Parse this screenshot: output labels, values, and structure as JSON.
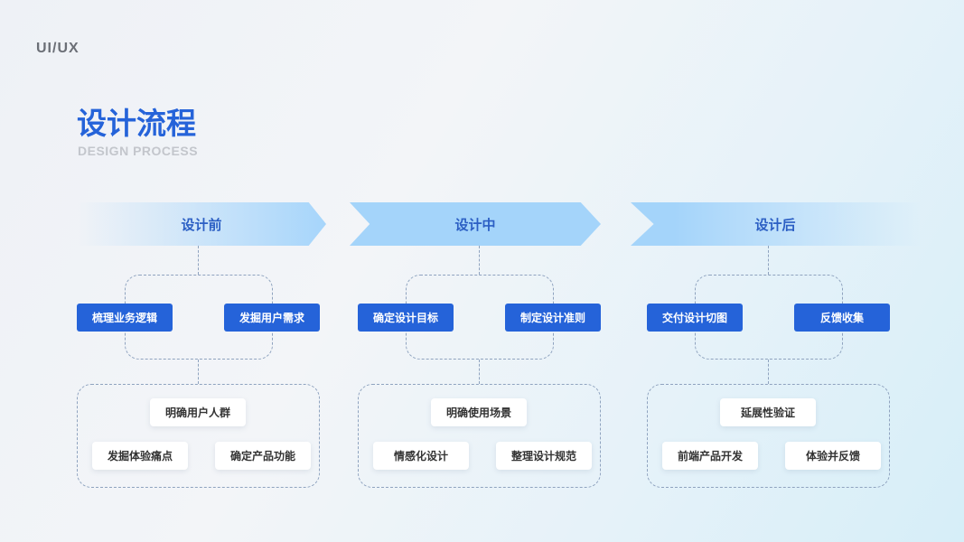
{
  "brand": "UI/UX",
  "title": "设计流程",
  "subtitle": "DESIGN PROCESS",
  "phases": [
    {
      "label": "设计前",
      "tasks": [
        "梳理业务逻辑",
        "发掘用户需求"
      ],
      "outcomes": [
        "明确用户人群",
        "发掘体验痛点",
        "确定产品功能"
      ]
    },
    {
      "label": "设计中",
      "tasks": [
        "确定设计目标",
        "制定设计准则"
      ],
      "outcomes": [
        "明确使用场景",
        "情感化设计",
        "整理设计规范"
      ]
    },
    {
      "label": "设计后",
      "tasks": [
        "交付设计切图",
        "反馈收集"
      ],
      "outcomes": [
        "延展性验证",
        "前端产品开发",
        "体验并反馈"
      ]
    }
  ],
  "colors": {
    "accent": "#2563d9",
    "arrow": "#a4d4fa"
  }
}
